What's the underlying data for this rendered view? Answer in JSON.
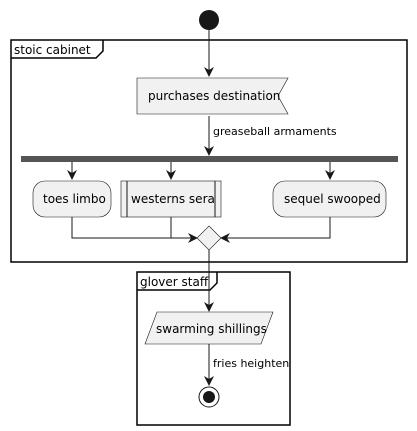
{
  "partitions": [
    {
      "id": "p1",
      "label": "stoic cabinet"
    },
    {
      "id": "p2",
      "label": "glover staff"
    }
  ],
  "nodes": {
    "purchases": "purchases destination",
    "toes": "toes limbo",
    "westerns": "westerns sera",
    "sequel": "sequel swooped",
    "swarming": "swarming shillings"
  },
  "edges": {
    "greaseball": "greaseball armaments",
    "fries": "fries heighten"
  },
  "colors": {
    "node_fill": "#f1f1f1",
    "stroke": "#181818",
    "fork_bar": "#555555"
  }
}
